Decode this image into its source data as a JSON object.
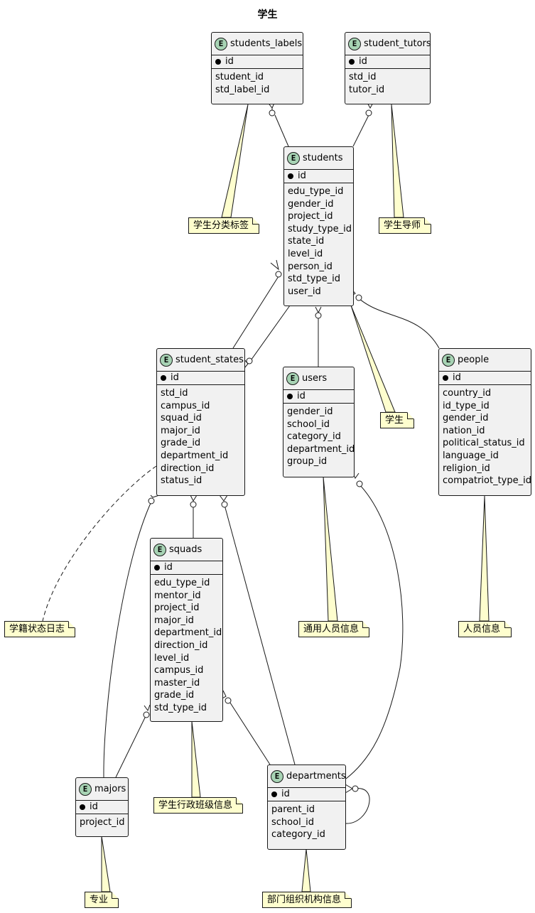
{
  "title": "学生",
  "colors": {
    "entity_fill": "#f1f1f1",
    "badge_fill": "#a7d3b4",
    "note_fill": "#fefece",
    "line": "#181818"
  },
  "entities": {
    "students_labels": {
      "name": "students_labels",
      "badge": "E",
      "pk": "id",
      "attrs": [
        "student_id",
        "std_label_id"
      ]
    },
    "student_tutors": {
      "name": "student_tutors",
      "badge": "E",
      "pk": "id",
      "attrs": [
        "std_id",
        "tutor_id"
      ]
    },
    "students": {
      "name": "students",
      "badge": "E",
      "pk": "id",
      "attrs": [
        "edu_type_id",
        "gender_id",
        "project_id",
        "study_type_id",
        "state_id",
        "level_id",
        "person_id",
        "std_type_id",
        "user_id"
      ]
    },
    "student_states": {
      "name": "student_states",
      "badge": "E",
      "pk": "id",
      "attrs": [
        "std_id",
        "campus_id",
        "squad_id",
        "major_id",
        "grade_id",
        "department_id",
        "direction_id",
        "status_id"
      ]
    },
    "users": {
      "name": "users",
      "badge": "E",
      "pk": "id",
      "attrs": [
        "gender_id",
        "school_id",
        "category_id",
        "department_id",
        "group_id"
      ]
    },
    "people": {
      "name": "people",
      "badge": "E",
      "pk": "id",
      "attrs": [
        "country_id",
        "id_type_id",
        "gender_id",
        "nation_id",
        "political_status_id",
        "language_id",
        "religion_id",
        "compatriot_type_id"
      ]
    },
    "squads": {
      "name": "squads",
      "badge": "E",
      "pk": "id",
      "attrs": [
        "edu_type_id",
        "mentor_id",
        "project_id",
        "major_id",
        "department_id",
        "direction_id",
        "level_id",
        "campus_id",
        "master_id",
        "grade_id",
        "std_type_id"
      ]
    },
    "majors": {
      "name": "majors",
      "badge": "E",
      "pk": "id",
      "attrs": [
        "project_id"
      ]
    },
    "departments": {
      "name": "departments",
      "badge": "E",
      "pk": "id",
      "attrs": [
        "parent_id",
        "school_id",
        "category_id"
      ]
    }
  },
  "notes": {
    "students_labels": "学生分类标签",
    "student_tutors": "学生导师",
    "students": "学生",
    "student_states": "学籍状态日志",
    "users": "通用人员信息",
    "people": "人员信息",
    "squads": "学生行政班级信息",
    "majors": "专业",
    "departments": "部门组织机构信息"
  }
}
